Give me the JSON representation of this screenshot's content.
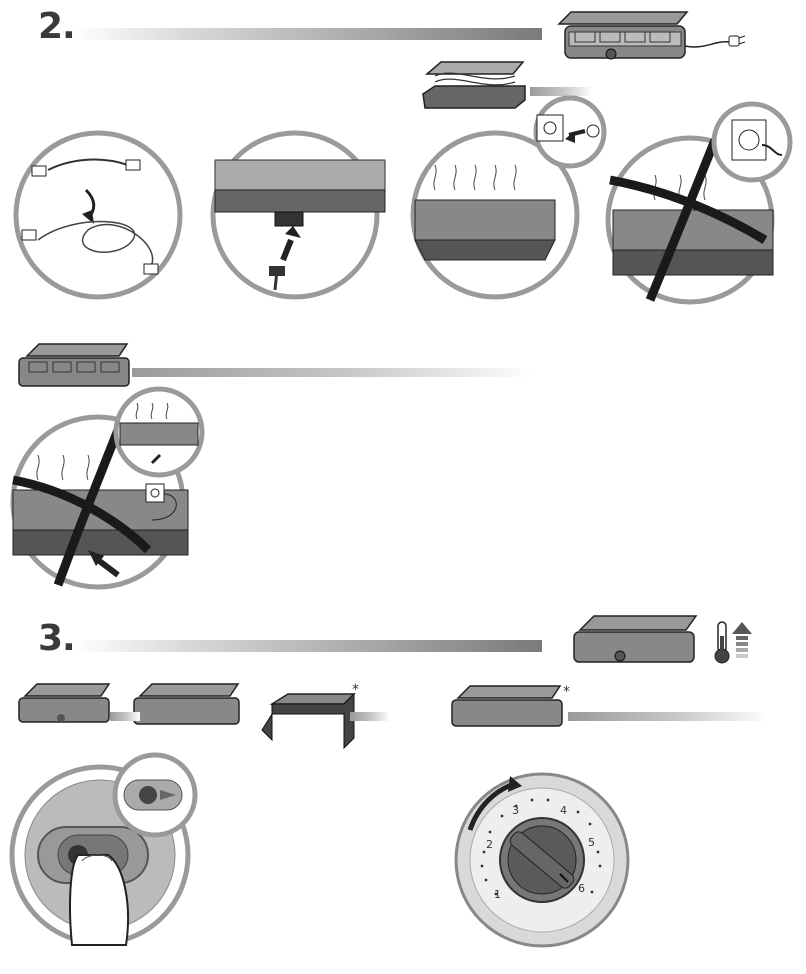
{
  "steps": {
    "step2_label": "2.",
    "step3_label": "3."
  },
  "optional_marker": "*",
  "dial": {
    "numbers": [
      "1",
      "2",
      "3",
      "4",
      "5",
      "6"
    ]
  },
  "colors": {
    "line_dark": "#3a3a3a",
    "device_gray": "#6e6e6e",
    "circle_border": "#9a9a9a"
  }
}
